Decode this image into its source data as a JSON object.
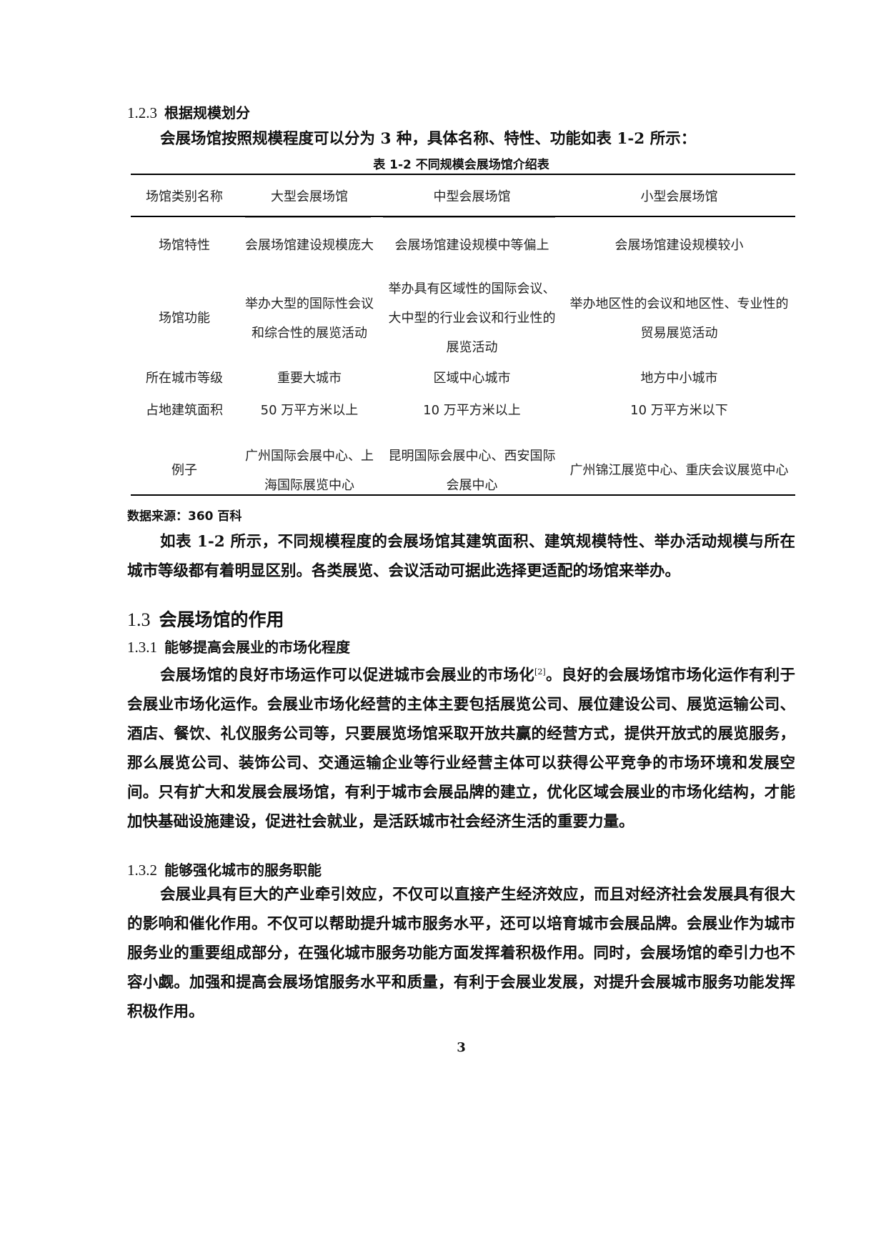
{
  "section_1_2_3": {
    "number": "1.2.3",
    "title": "根据规模划分",
    "intro": "会展场馆按照规模程度可以分为 3 种，具体名称、特性、功能如表 1-2 所示："
  },
  "table": {
    "caption": "表 1-2  不同规模会展场馆介绍表",
    "headers": [
      "场馆类别名称",
      "大型会展场馆",
      "中型会展场馆",
      "小型会展场馆"
    ],
    "rows": [
      {
        "label": "场馆特性",
        "large": "会展场馆建设规模庞大",
        "medium": "会展场馆建设规模中等偏上",
        "small": "会展场馆建设规模较小"
      },
      {
        "label": "场馆功能",
        "large": "举办大型的国际性会议和综合性的展览活动",
        "medium": "举办具有区域性的国际会议、大中型的行业会议和行业性的展览活动",
        "small": "举办地区性的会议和地区性、专业性的贸易展览活动"
      },
      {
        "label": "所在城市等级",
        "large": "重要大城市",
        "medium": "区域中心城市",
        "small": "地方中小城市"
      },
      {
        "label": "占地建筑面积",
        "large": "50 万平方米以上",
        "medium": "10 万平方米以上",
        "small": "10 万平方米以下"
      },
      {
        "label": "例子",
        "large": "广州国际会展中心、上海国际展览中心",
        "medium": "昆明国际会展中心、西安国际会展中心",
        "small": "广州锦江展览中心、重庆会议展览中心"
      }
    ],
    "source": "数据来源：360 百科"
  },
  "table_summary": "如表 1-2 所示，不同规模程度的会展场馆其建筑面积、建筑规模特性、举办活动规模与所在城市等级都有着明显区别。各类展览、会议活动可据此选择更适配的场馆来举办。",
  "section_1_3": {
    "number": "1.3",
    "title": "会展场馆的作用"
  },
  "section_1_3_1": {
    "number": "1.3.1",
    "title": "能够提高会展业的市场化程度",
    "para_before_ref": "会展场馆的良好市场运作可以促进城市会展业的市场化",
    "ref": "[2]",
    "para_after_ref": "。良好的会展场馆市场化运作有利于会展业市场化运作。会展业市场化经营的主体主要包括展览公司、展位建设公司、展览运输公司、酒店、餐饮、礼仪服务公司等，只要展览场馆采取开放共赢的经营方式，提供开放式的展览服务，那么展览公司、装饰公司、交通运输企业等行业经营主体可以获得公平竞争的市场环境和发展空间。只有扩大和发展会展场馆，有利于城市会展品牌的建立，优化区域会展业的市场化结构，才能加快基础设施建设，促进社会就业，是活跃城市社会经济生活的重要力量。"
  },
  "section_1_3_2": {
    "number": "1.3.2",
    "title": "能够强化城市的服务职能",
    "paragraph": "会展业具有巨大的产业牵引效应，不仅可以直接产生经济效应，而且对经济社会发展具有很大的影响和催化作用。不仅可以帮助提升城市服务水平，还可以培育城市会展品牌。会展业作为城市服务业的重要组成部分，在强化城市服务功能方面发挥着积极作用。同时，会展场馆的牵引力也不容小觑。加强和提高会展场馆服务水平和质量，有利于会展业发展，对提升会展城市服务功能发挥积极作用。"
  },
  "page_number": "3"
}
